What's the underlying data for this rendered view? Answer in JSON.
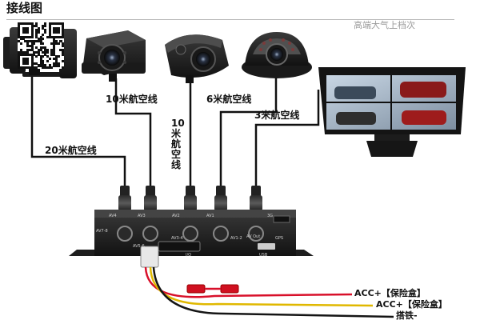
{
  "title": "接线图",
  "brand": "高端大气上档次",
  "cables": {
    "side_20m": "20米航空线",
    "camera1_10m": "10米航空线",
    "camera2_10m": "10米航空线",
    "camera3_6m": "6米航空线",
    "monitor_3m": "3米航空线"
  },
  "power": {
    "acc1": "ACC+【保险盒】",
    "acc2": "ACC+【保险盒】",
    "ground": "搭铁-"
  },
  "dvr_labels": {
    "av4": "AV4",
    "av3": "AV3",
    "av2": "AV2",
    "av1": "AV1",
    "av78": "AV7-8",
    "av56": "AV5-6",
    "av34": "AV3-4",
    "av12": "AV1-2",
    "avout": "AV Out",
    "gps": "GPS",
    "io": "I/O",
    "usb": "USB",
    "g3": "3G"
  },
  "colors": {
    "cable": "#111111",
    "wire_red": "#d8102a",
    "wire_yellow": "#e0b800",
    "wire_black": "#151515",
    "fuse": "#d01020",
    "title_line": "#b8b8b8"
  }
}
